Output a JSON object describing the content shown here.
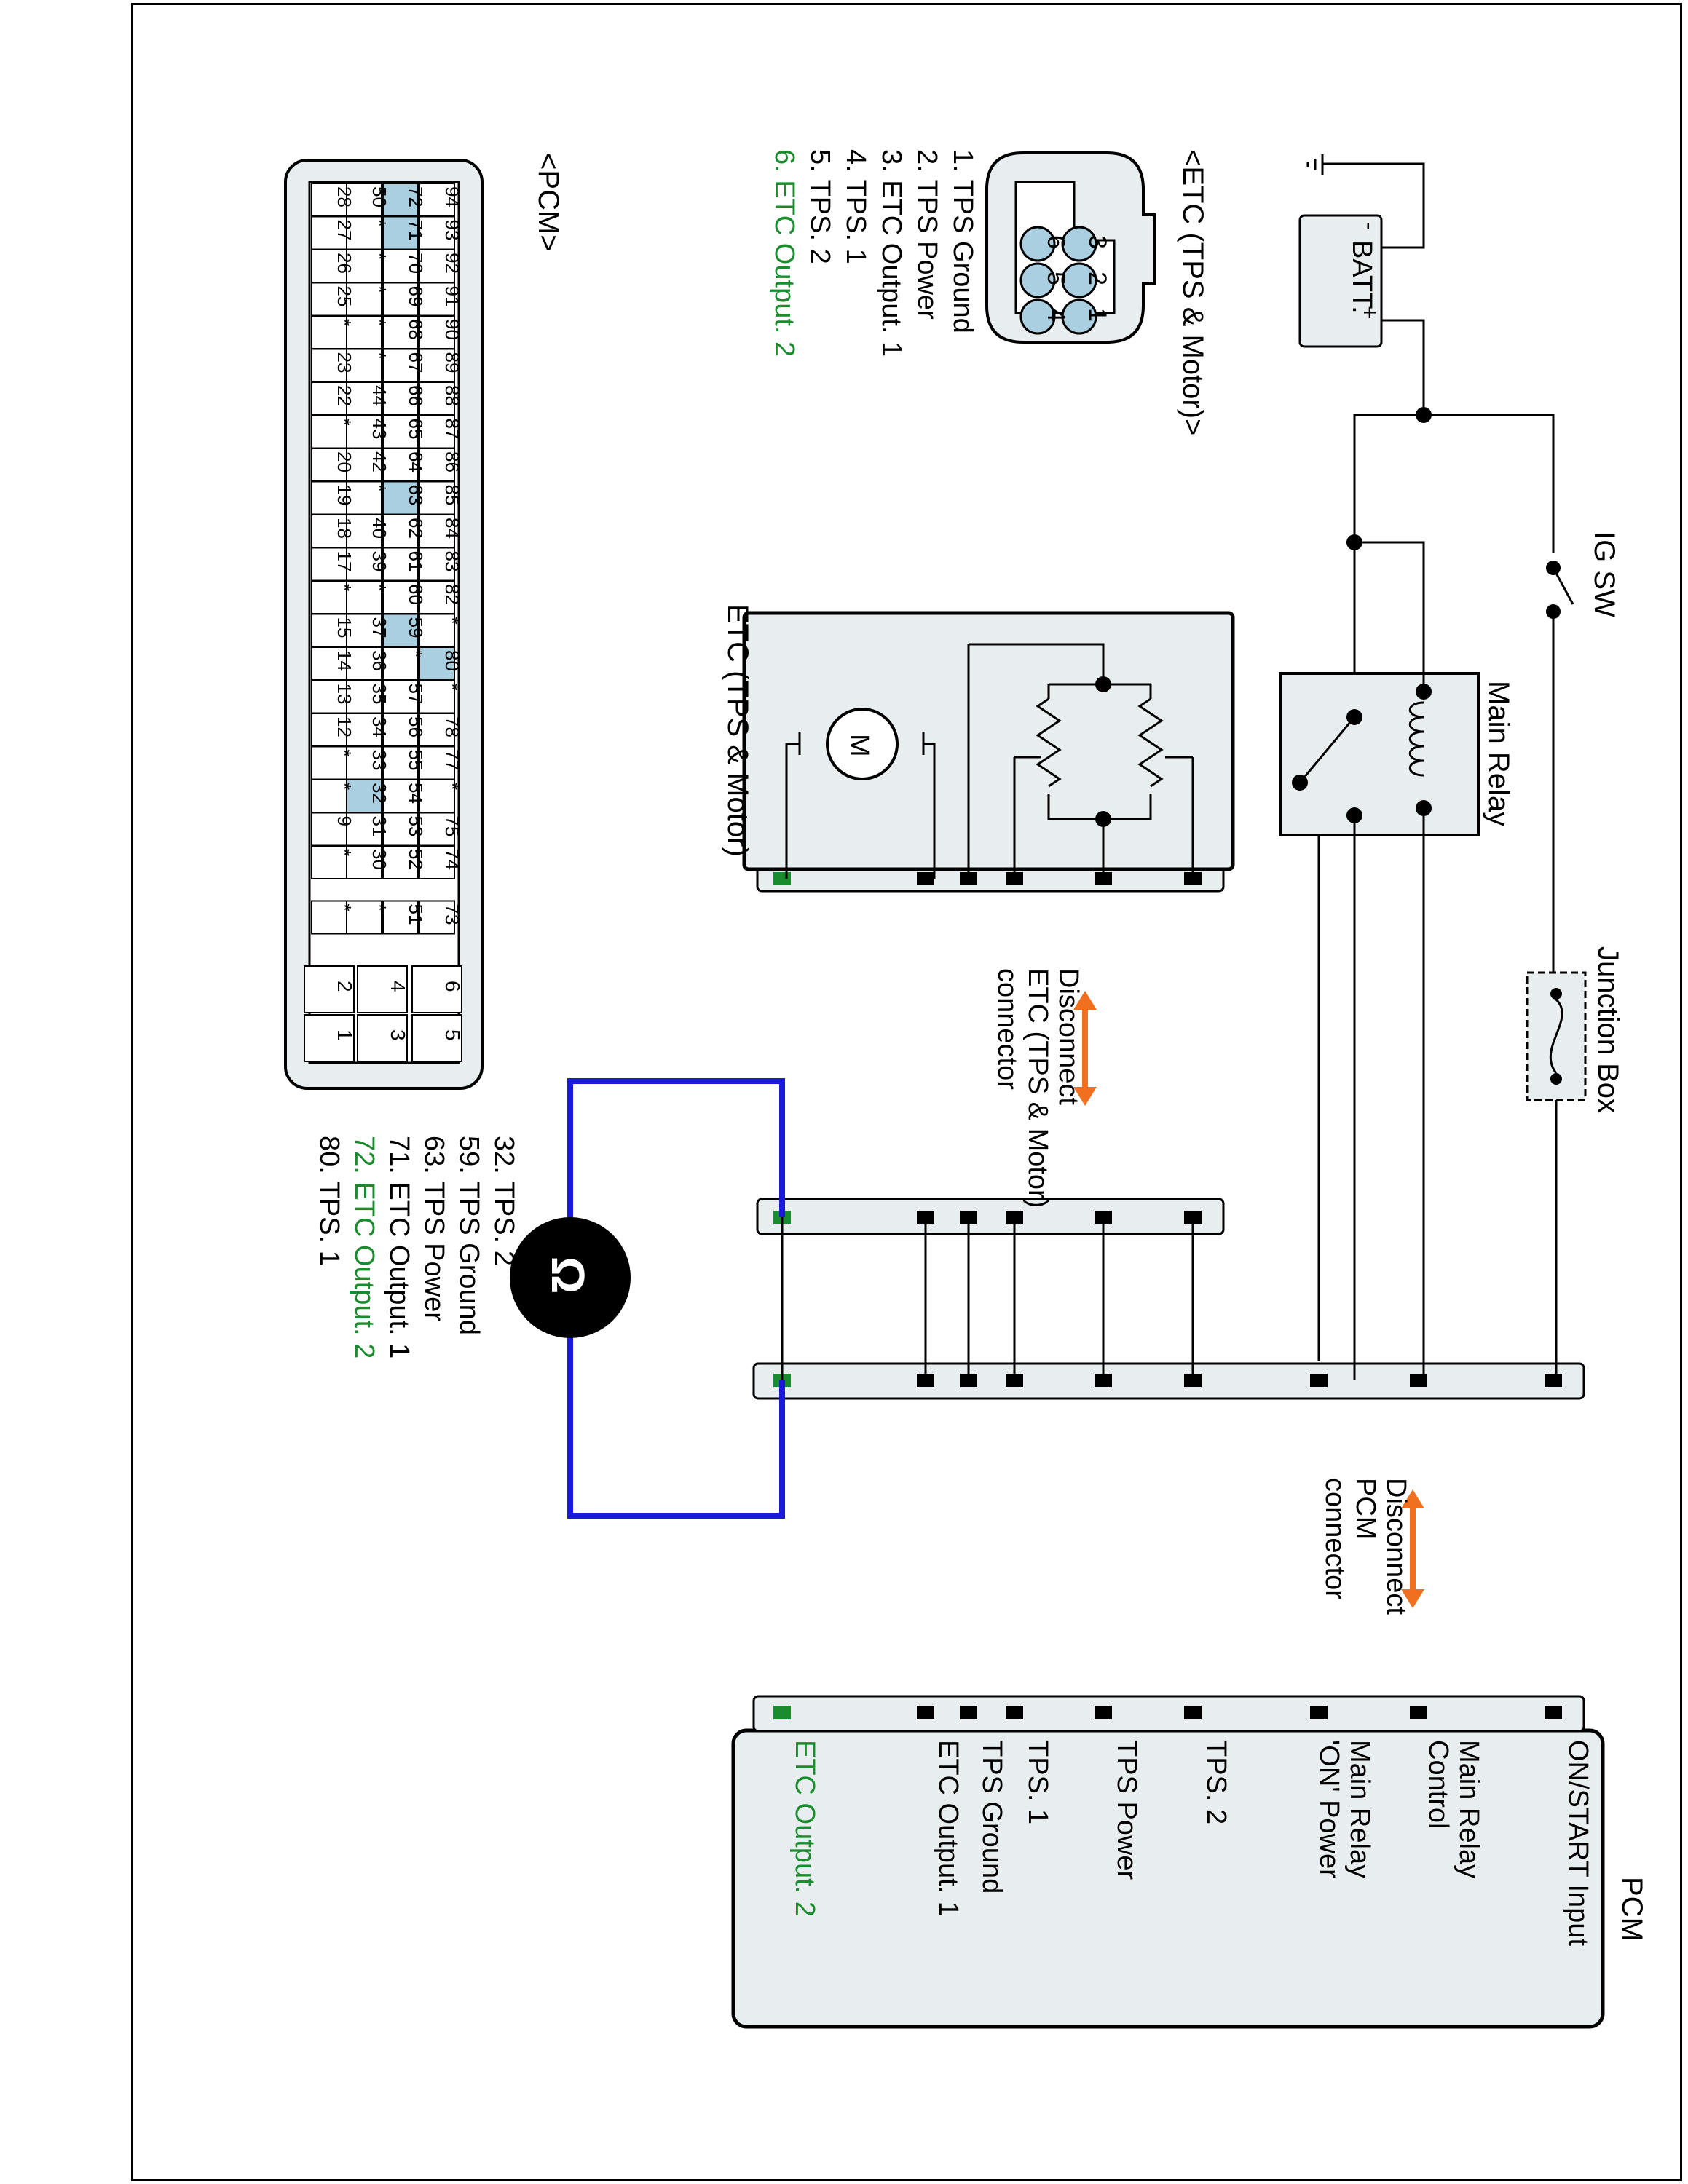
{
  "colors": {
    "wire": "#000000",
    "meter_lead": "#1a1adc",
    "arrow": "#f07020",
    "highlight_text": "#1a8c2e",
    "connector_fill": "#e8eef0",
    "pin_highlight": "#a9cfe0"
  },
  "labels": {
    "ig_sw": "IG SW",
    "batt": "BATT.",
    "main_relay": "Main Relay",
    "junction_box": "Junction Box",
    "etc_component": "ETC (TPS & Motor)",
    "motor": "M",
    "disconnect_etc": [
      "Disconnect",
      "ETC (TPS & Motor)",
      "connector"
    ],
    "disconnect_pcm": [
      "Disconnect",
      "PCM",
      "connector"
    ],
    "pcm_title": "PCM",
    "etc_connector_title": "<ETC (TPS & Motor)>",
    "pcm_connector_title": "<PCM>",
    "meter_symbol": "Ω"
  },
  "pcm_pins": [
    {
      "label": "ON/START Input",
      "highlight": false
    },
    {
      "label": "Main Relay Control",
      "highlight": false
    },
    {
      "label": "Main Relay 'ON' Power",
      "highlight": false
    },
    {
      "label": "TPS. 2",
      "highlight": false
    },
    {
      "label": "TPS Power",
      "highlight": false
    },
    {
      "label": "TPS. 1",
      "highlight": false
    },
    {
      "label": "TPS Ground",
      "highlight": false
    },
    {
      "label": "ETC Output. 1",
      "highlight": false
    },
    {
      "label": "ETC Output. 2",
      "highlight": true
    }
  ],
  "etc_legend": [
    {
      "text": "1. TPS Ground",
      "highlight": false
    },
    {
      "text": "2. TPS Power",
      "highlight": false
    },
    {
      "text": "3. ETC Output. 1",
      "highlight": false
    },
    {
      "text": "4. TPS. 1",
      "highlight": false
    },
    {
      "text": "5. TPS. 2",
      "highlight": false
    },
    {
      "text": "6. ETC Output. 2",
      "highlight": true
    }
  ],
  "etc_connector_pins": [
    "3",
    "2",
    "1",
    "6",
    "5",
    "4"
  ],
  "pcm_legend": [
    {
      "text": "32. TPS. 2",
      "highlight": false
    },
    {
      "text": "59. TPS Ground",
      "highlight": false
    },
    {
      "text": "63. TPS Power",
      "highlight": false
    },
    {
      "text": "71. ETC Output. 1",
      "highlight": false
    },
    {
      "text": "72. ETC Output. 2",
      "highlight": true
    },
    {
      "text": "80. TPS. 1",
      "highlight": false
    }
  ],
  "pcm_connector_rows": [
    [
      "94",
      "93",
      "92",
      "91",
      "90",
      "89",
      "88",
      "87",
      "86",
      "85",
      "84",
      "83",
      "82",
      "*",
      "80",
      "*",
      "78",
      "77",
      "*",
      "75",
      "74",
      "73"
    ],
    [
      "72",
      "71",
      "70",
      "69",
      "68",
      "67",
      "66",
      "65",
      "64",
      "63",
      "62",
      "61",
      "60",
      "59",
      "*",
      "57",
      "56",
      "55",
      "54",
      "53",
      "52",
      "51"
    ],
    [
      "50",
      "*",
      "*",
      "*",
      "*",
      "*",
      "44",
      "43",
      "42",
      "*",
      "40",
      "39",
      "*",
      "37",
      "36",
      "35",
      "34",
      "33",
      "32",
      "31",
      "30",
      "*"
    ],
    [
      "28",
      "27",
      "26",
      "25",
      "*",
      "23",
      "22",
      "*",
      "20",
      "19",
      "18",
      "17",
      "*",
      "15",
      "14",
      "13",
      "12",
      "*",
      "*",
      "9",
      "*",
      "*"
    ]
  ],
  "pcm_connector_highlight": [
    "72",
    "71",
    "63",
    "59",
    "80",
    "32"
  ],
  "pcm_connector_small_rows": [
    [
      "6",
      "5"
    ],
    [
      "4",
      "3"
    ],
    [
      "2",
      "1"
    ]
  ]
}
